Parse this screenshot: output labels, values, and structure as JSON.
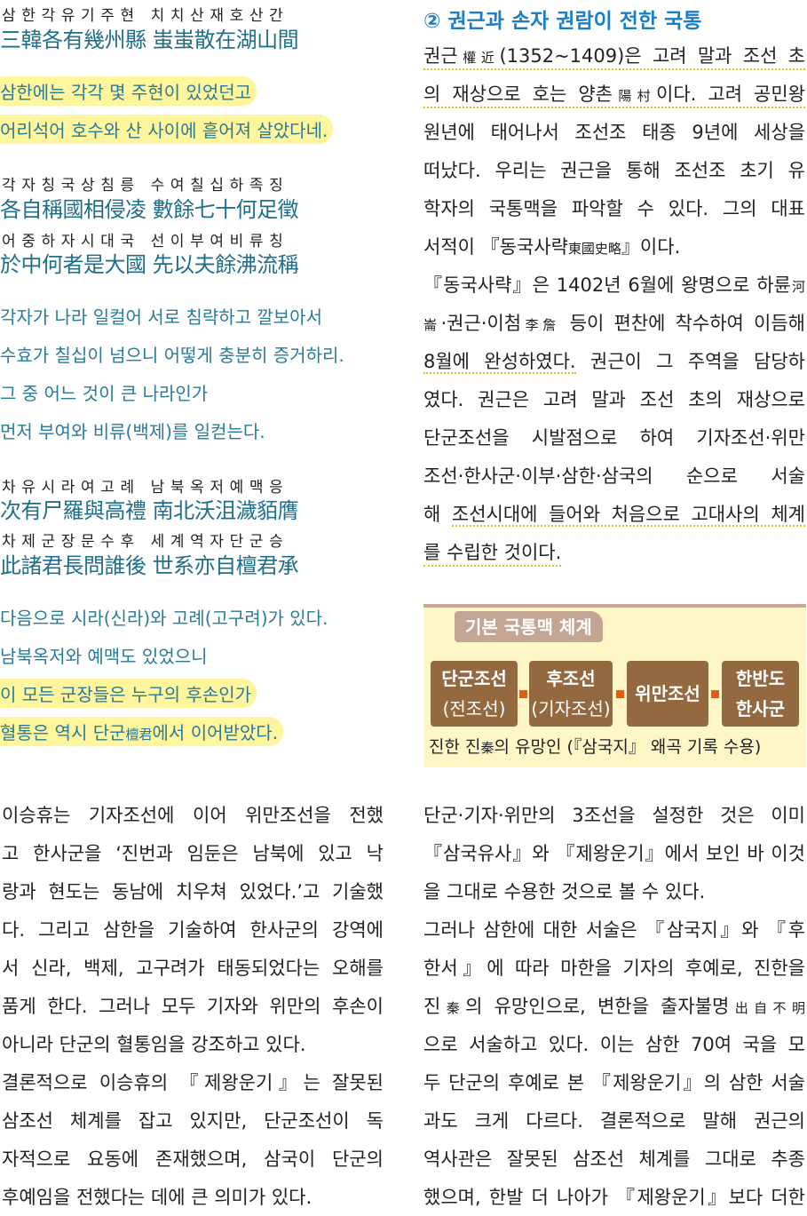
{
  "poem": {
    "verse1": {
      "reading": "삼한각유기주현 치치산재호산간",
      "hanja": "三韓各有幾州縣 蚩蚩散在湖山間"
    },
    "trans1": [
      "삼한에는 각각 몇 주현이 있었던고",
      "어리석어 호수와 산 사이에 흩어져 살았다네."
    ],
    "verse2": {
      "reading": "각자칭국상침릉 수여칠십하족징",
      "hanja": "各自稱國相侵凌 數餘七十何足徵"
    },
    "verse3": {
      "reading": "어중하자시대국 선이부여비류칭",
      "hanja": "於中何者是大國 先以夫餘沸流稱"
    },
    "trans2": [
      "각자가 나라 일컬어 서로 침략하고 깔보아서",
      "수효가 칠십이 넘으니 어떻게 충분히 증거하리.",
      "그 중 어느 것이 큰 나라인가",
      "먼저 부여와 비류(백제)를 일컫는다."
    ],
    "verse4": {
      "reading": "차유시라여고례 남북옥저예맥응",
      "hanja": "次有尸羅與高禮 南北沃沮濊貊膺"
    },
    "verse5": {
      "reading": "차제군장문수후 세계역자단군승",
      "hanja": "此諸君長問誰後 世系亦自檀君承"
    },
    "trans3": [
      "다음으로 시라(신라)와 고례(고구려)가 있다.",
      "남북옥저와 예맥도 있었으니",
      "이 모든 군장들은 누구의 후손인가",
      "혈통은 역시 단군檀君에서 이어받았다."
    ]
  },
  "left_paragraph": [
    "이승휴는 기자조선에 이어 위만조선을 전했",
    "고 한사군을 ‘진번과 임둔은 남북에 있고 낙",
    "랑과 현도는 동남에 치우쳐 있었다.’고 기술했",
    "다. 그리고 삼한을 기술하여 한사군의 강역에",
    "서 신라, 백제, 고구려가 태동되었다는 오해를",
    "품게 한다. 그러나 모두 기자와 위만의 후손이",
    "아니라 단군의 혈통임을 강조하고 있다.",
    "결론적으로 이승휴의 『제왕운기』는 잘못된",
    "삼조선 체계를 잡고 있지만, 단군조선이 독",
    "자적으로 요동에 존재했으며, 삼국이 단군의",
    "후예임을 전했다는 데에 큰 의미가 있다."
  ],
  "section": {
    "title": "② 권근과 손자 권람이 전한 국통",
    "lines": [
      "권근權近(1352~1409)은 고려 말과 조선 초",
      "의 재상으로 호는 양촌陽村이다. 고려 공민왕",
      "원년에 태어나서 조선조 태종 9년에 세상을",
      "떠났다. 우리는 권근을 통해 조선조 초기 유",
      "학자의 국통맥을 파악할 수 있다. 그의 대표",
      "서적이 『동국사략東國史略』이다.",
      "『동국사략』은 1402년 6월에 왕명으로 하륜河",
      "崙·권근·이첨李詹 등이 편찬에 착수하여 이듬해",
      [
        "8월에 완성하였다.",
        " 권근이 그 주역을 담당하"
      ],
      "였다. 권근은 고려 말과 조선 초의 재상으로",
      "단군조선을 시발점으로 하여 기자조선·위만",
      "조선·한사군·이부·삼한·삼국의 순으로 서술",
      [
        "해 ",
        "조선시대에 들어와 처음으로 고대사의 체계"
      ],
      "를 수립한 것이다."
    ]
  },
  "box": {
    "title": "기본 국통맥 체계",
    "stages": [
      {
        "main": "단군조선",
        "sub": "(전조선)"
      },
      {
        "main": "후조선",
        "sub": "(기자조선)"
      },
      {
        "main": "위만조선",
        "sub": ""
      },
      {
        "main": "한반도",
        "sub": "한사군"
      }
    ],
    "caption": "진한 진秦의 유망인 (『삼국지』 왜곡 기록 수용)",
    "connector_color": "#e85a0f"
  },
  "right_paragraph": [
    "단군·기자·위만의 3조선을 설정한 것은 이미",
    "『삼국유사』와 『제왕운기』에서 보인 바 이것",
    "을 그대로 수용한 것으로 볼 수 있다.",
    "그러나 삼한에 대한 서술은 『삼국지』와 『후",
    "한서』에 따라 마한을 기자의 후예로, 진한을",
    "진秦의 유망인으로, 변한을 출자불명出自不明",
    "으로 서술하고 있다. 이는 삼한 70여 국을 모",
    "두 단군의 후예로 본 『제왕운기』의 삼한 서술",
    "과도 크게 다르다. 결론적으로 말해 권근의",
    "역사관은 잘못된 삼조선 체계를 그대로 추종",
    "했으며, 한발 더 나아가 『제왕운기』보다 더한"
  ]
}
